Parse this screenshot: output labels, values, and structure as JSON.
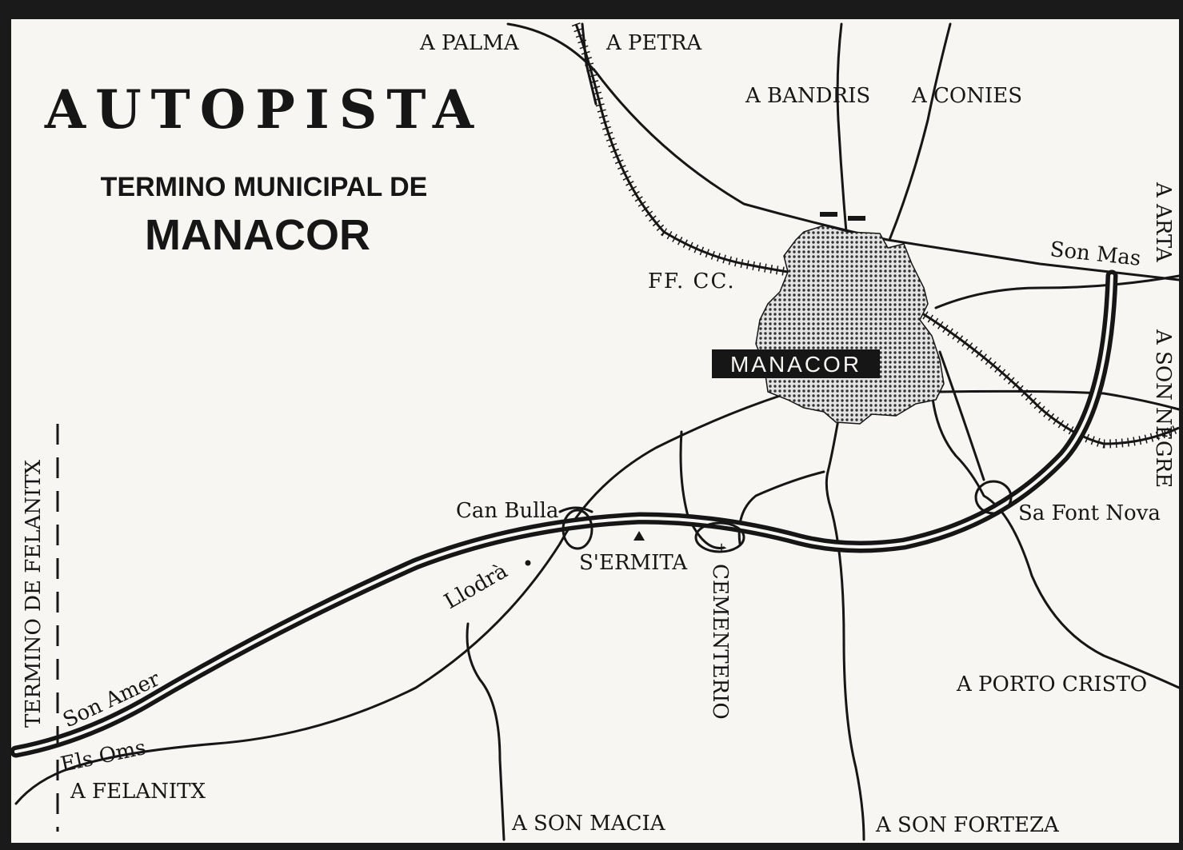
{
  "title": {
    "main": "AUTOPISTA",
    "line2": "TERMINO MUNICIPAL DE",
    "line3": "MANACOR"
  },
  "town_label": "MANACOR",
  "labels": {
    "a_palma": "A PALMA",
    "a_petra": "A PETRA",
    "a_bandris": "A BANDRIS",
    "a_conies": "A CONIES",
    "a_arta": "A ARTA",
    "son_mas": "Son Mas",
    "ff_cc": "FF. CC.",
    "a_son_negre": "A SON NEGRE",
    "can_bulla": "Can Bulla",
    "s_ermita": "S'ERMITA",
    "sa_font_nova": "Sa Font Nova",
    "llodra": "Llodrà",
    "cementerio": "CEMENTERIO",
    "termino_felanitx": "TERMINO DE FELANITX",
    "son_amer": "Son Amer",
    "els_oms": "Els Oms",
    "a_felanitx": "A FELANITX",
    "a_son_macia": "A SON MACIA",
    "a_son_forteza": "A SON FORTEZA",
    "a_porto_cristo": "A PORTO CRISTO"
  },
  "colors": {
    "paper": "#f7f6f2",
    "ink": "#161616",
    "town_fill": "#b9b9b9"
  }
}
